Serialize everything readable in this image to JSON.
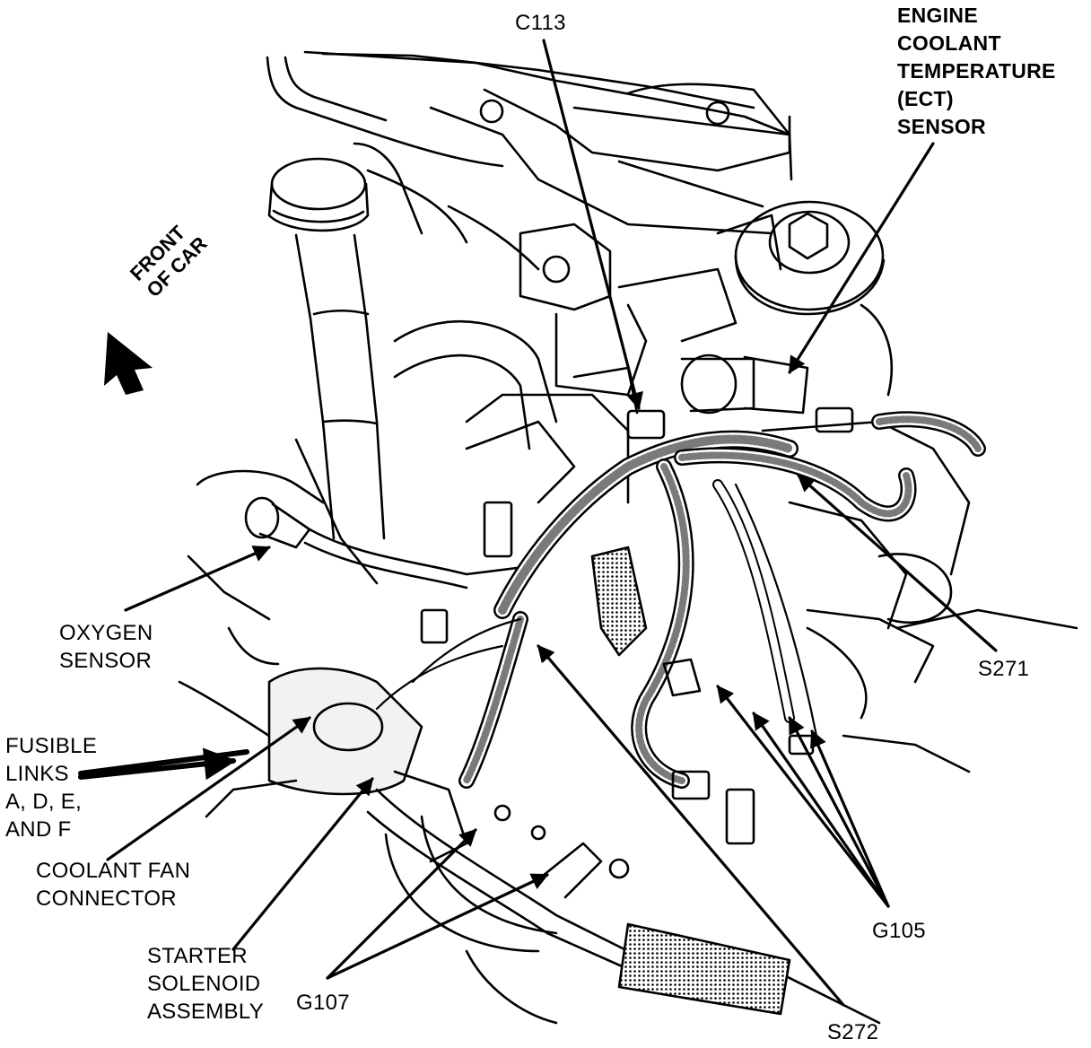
{
  "labels": {
    "c113": "C113",
    "ect": [
      "ENGINE",
      "COOLANT",
      "TEMPERATURE",
      "(ECT)",
      "SENSOR"
    ],
    "front": [
      "FRONT",
      "OF CAR"
    ],
    "oxygen": [
      "OXYGEN",
      "SENSOR"
    ],
    "s271": "S271",
    "fusible": [
      "FUSIBLE",
      "LINKS",
      "A, D, E,",
      "AND F"
    ],
    "fan": [
      "COOLANT FAN",
      "CONNECTOR"
    ],
    "starter": [
      "STARTER",
      "SOLENOID",
      "ASSEMBLY"
    ],
    "g107": "G107",
    "g105": "G105",
    "s272": "S272"
  },
  "colors": {
    "ink": "#000000",
    "paper": "#ffffff",
    "shade": "#9a9a9a"
  }
}
